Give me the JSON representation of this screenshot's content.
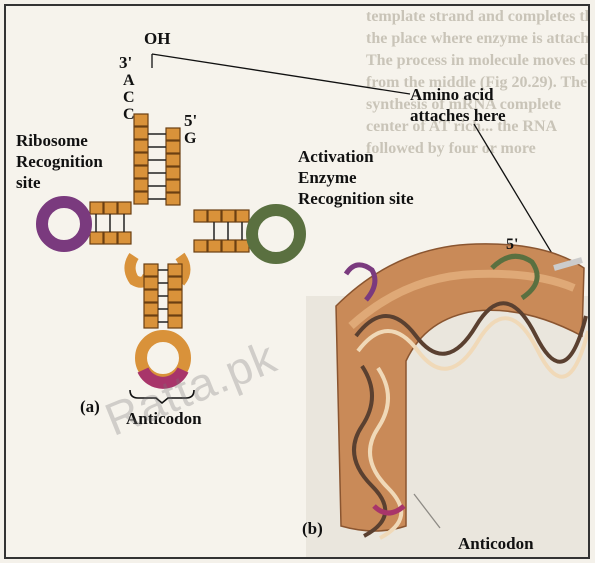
{
  "labels": {
    "oh": "OH",
    "three_prime": "3'",
    "a": "A",
    "c1": "C",
    "c2": "C",
    "five_prime": "5'",
    "g": "G",
    "ribosome_site": [
      "Ribosome",
      "Recognition",
      "site"
    ],
    "amino_acid": [
      "Amino acid",
      "attaches here"
    ],
    "activation_site": [
      "Activation",
      "Enzyme",
      "Recognition site"
    ],
    "panel_a": "(a)",
    "panel_b": "(b)",
    "anticodon_a": "Anticodon",
    "anticodon_b": "Anticodon",
    "five_prime_b": "5'"
  },
  "watermark": "Ratta.pk",
  "background_text_lines": [
    "template strand and completes the",
    "the place where enzyme is attached",
    "The process in molecule moves down",
    "from the middle (Fig 20.29). The",
    "synthesis of mRNA complete",
    "center of AT rich... the RNA",
    "followed by four or more"
  ],
  "colors": {
    "nucleotide": "#d9923a",
    "ribosome_loop": "#7a3a7e",
    "activation_loop": "#5a7040",
    "anticodon": "#a8356a",
    "tube": "#c98a58"
  }
}
